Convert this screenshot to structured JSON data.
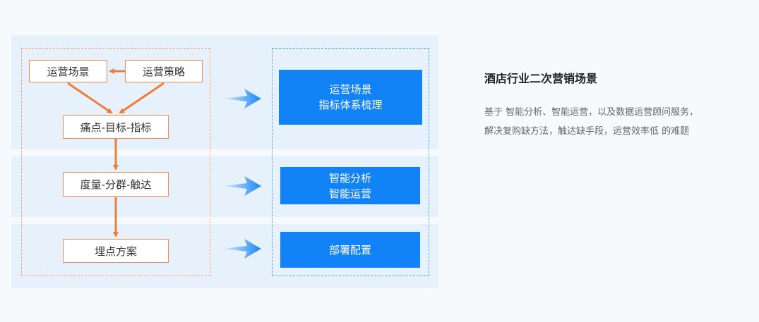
{
  "diagram": {
    "left_column": {
      "scene": "运营场景",
      "strategy": "运营策略",
      "pain_goal_metric": "痛点-目标-指标",
      "measure_group_reach": "度量-分群-触达",
      "tracking_plan": "埋点方案"
    },
    "right_column": {
      "box1_line1": "运营场景",
      "box1_line2": "指标体系梳理",
      "box2_line1": "智能分析",
      "box2_line2": "智能运营",
      "box3": "部署配置"
    }
  },
  "side_panel": {
    "title": "酒店行业二次营销场景",
    "desc_line1": "基于 智能分析、智能运营，以及数据运营顾问服务，",
    "desc_line2": "解决复购缺方法，触达缺手段，运营效率低 的难题"
  },
  "colors": {
    "orange": "#ed7d3a",
    "blue": "#1283f7",
    "band": "#e6f1fc"
  }
}
